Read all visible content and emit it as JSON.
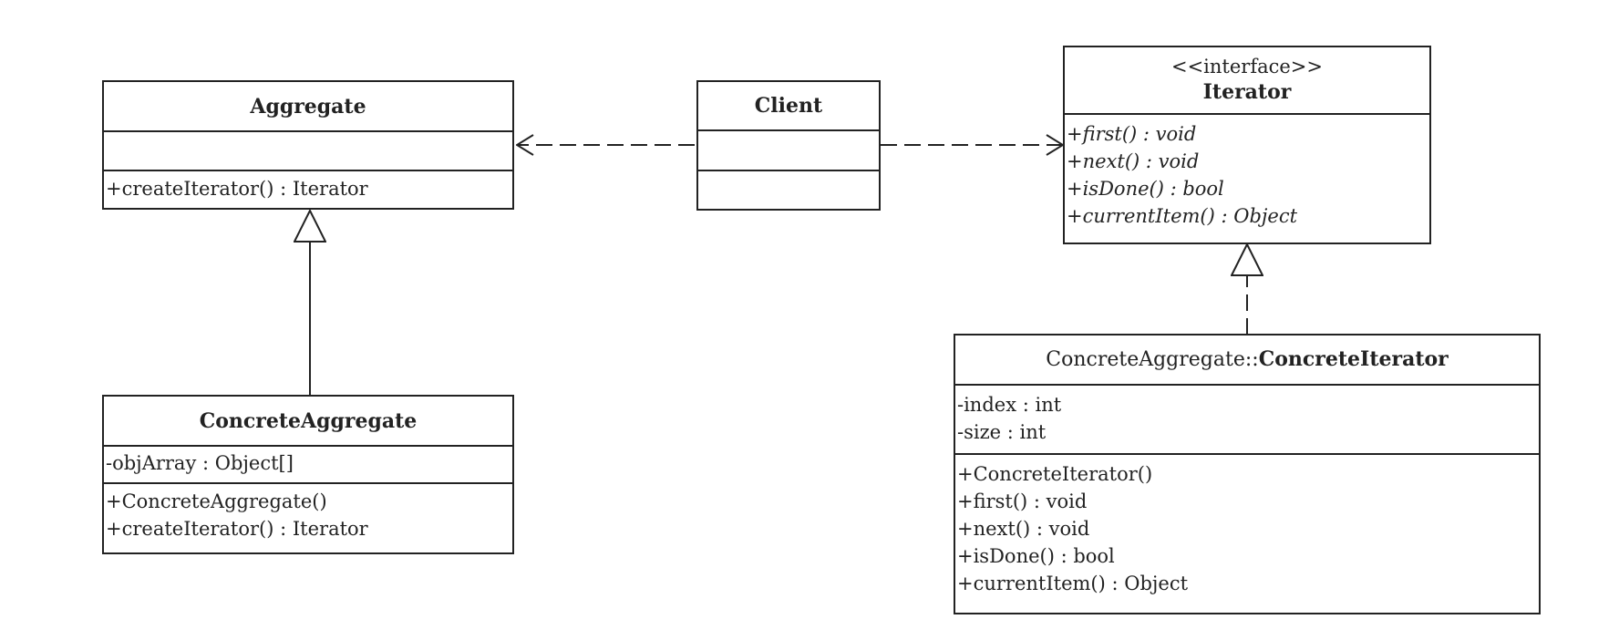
{
  "classes": {
    "aggregate": {
      "name": "Aggregate",
      "attributes": [],
      "operations": [
        "+createIterator() : Iterator"
      ]
    },
    "client": {
      "name": "Client",
      "attributes": [],
      "operations": []
    },
    "iterator": {
      "stereotype": "<<interface>>",
      "name": "Iterator",
      "operations": [
        "+first() : void",
        "+next() : void",
        "+isDone() : bool",
        "+currentItem() : Object"
      ]
    },
    "concrete_aggregate": {
      "name": "ConcreteAggregate",
      "attributes": [
        "-objArray : Object[]"
      ],
      "operations": [
        "+ConcreteAggregate()",
        "+createIterator() : Iterator"
      ]
    },
    "concrete_iterator": {
      "namespace": "ConcreteAggregate::",
      "name": "ConcreteIterator",
      "attributes": [
        "-index : int",
        "-size : int"
      ],
      "operations": [
        "+ConcreteIterator()",
        "+first() : void",
        "+next() : void",
        "+isDone() : bool",
        "+currentItem() : Object"
      ]
    }
  },
  "relationships": [
    {
      "type": "dependency",
      "from": "client",
      "to": "aggregate"
    },
    {
      "type": "dependency",
      "from": "client",
      "to": "iterator"
    },
    {
      "type": "generalization",
      "from": "concrete_aggregate",
      "to": "aggregate"
    },
    {
      "type": "realization",
      "from": "concrete_iterator",
      "to": "iterator"
    }
  ]
}
